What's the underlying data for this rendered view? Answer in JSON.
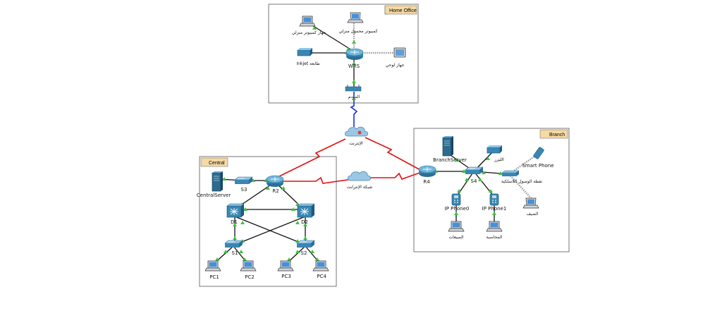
{
  "areas": {
    "home_office": "Home Office",
    "branch": "Branch",
    "central": "Central"
  },
  "devices": {
    "home_pc": "جهاز كمبيوتر منزلي",
    "home_laptop": "كمبيوتر محمول منزلي",
    "printer": "Inkjet طابعة",
    "tablet": "جهاز لوحي",
    "wrs": "WRS",
    "modem": "المودم",
    "internet": "الإنترنت",
    "intranet": "شبكة الإنترانت",
    "central_server": "CentralServer",
    "s3": "S3",
    "r2": "R2",
    "d1": "D1",
    "d2": "D2",
    "s1": "S1",
    "s2": "S2",
    "pc1": "PC1",
    "pc2": "PC2",
    "pc3": "PC3",
    "pc4": "PC4",
    "branch_server": "BranchServer",
    "r4": "R4",
    "s4": "S4",
    "printer2": "الليزر",
    "smart_phone": "Smart Phone",
    "access_point": "نقطة الوصول اللاسلكية",
    "ip_phone0": "IP Phone0",
    "ip_phone1": "IP Phone1",
    "sales": "المبيعات",
    "accounting": "المحاسبة",
    "guest": "الضيف"
  },
  "colors": {
    "copper": "#111111",
    "serial": "#e01010",
    "coax": "#1a2fd6",
    "wireless": "#9a9a9a",
    "link_up": "#3cc43c",
    "area_tab": "#f7d9a3"
  }
}
